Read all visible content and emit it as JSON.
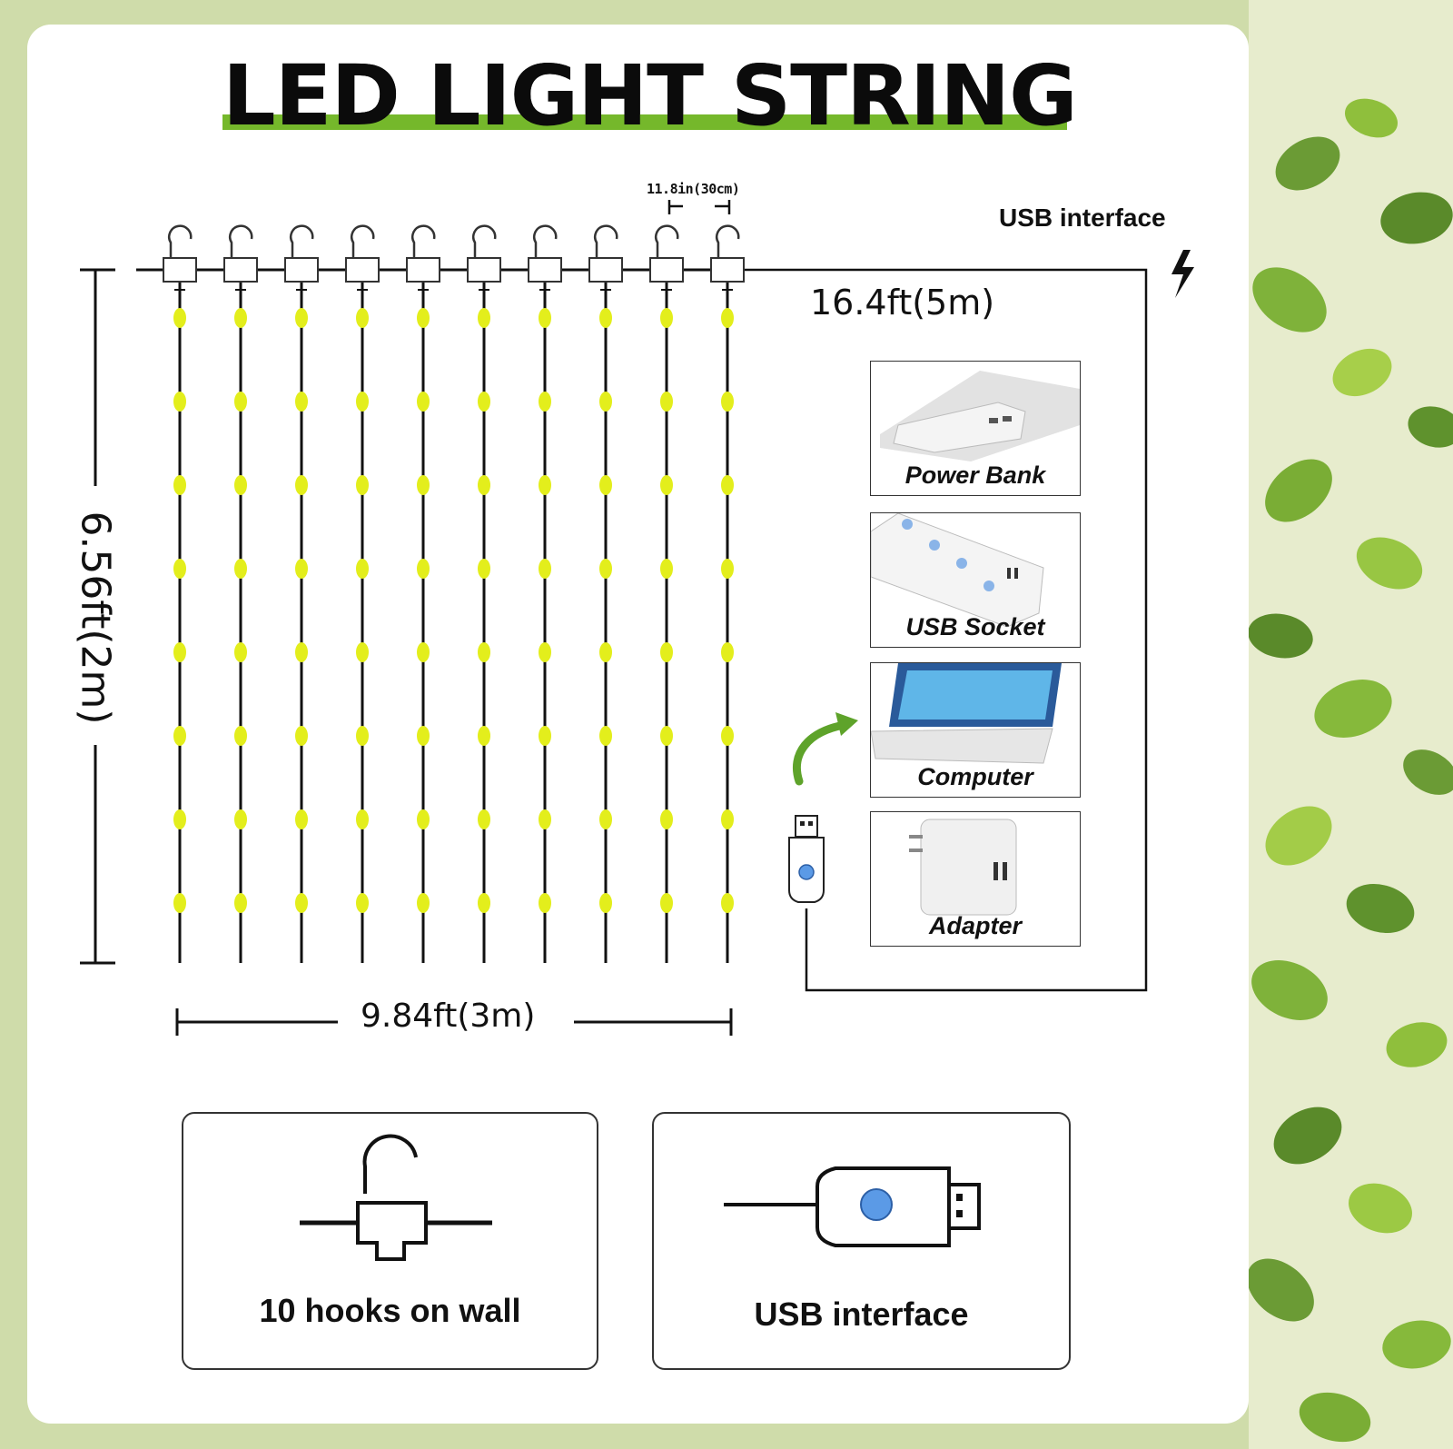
{
  "title": "LED LIGHT STRING",
  "dimensions": {
    "spacing": "11.8in(30cm)",
    "cable_length": "16.4ft(5m)",
    "height": "6.56ft(2m)",
    "width": "9.84ft(3m)"
  },
  "usb_interface_label": "USB interface",
  "strands": {
    "count": 10,
    "leds_per_strand": 8
  },
  "power_sources": [
    {
      "label": "Power Bank",
      "icon": "power-bank-icon"
    },
    {
      "label": "USB Socket",
      "icon": "usb-socket-icon"
    },
    {
      "label": "Computer",
      "icon": "computer-icon"
    },
    {
      "label": "Adapter",
      "icon": "adapter-icon"
    }
  ],
  "features": [
    {
      "label": "10 hooks on wall",
      "icon": "hook-icon"
    },
    {
      "label": "USB interface",
      "icon": "usb-plug-icon"
    }
  ],
  "colors": {
    "accent_green": "#75b82b",
    "led_yellow": "#e3ee1c",
    "usb_button_blue": "#5b9ae6",
    "background_green": "#cfdcaa"
  }
}
